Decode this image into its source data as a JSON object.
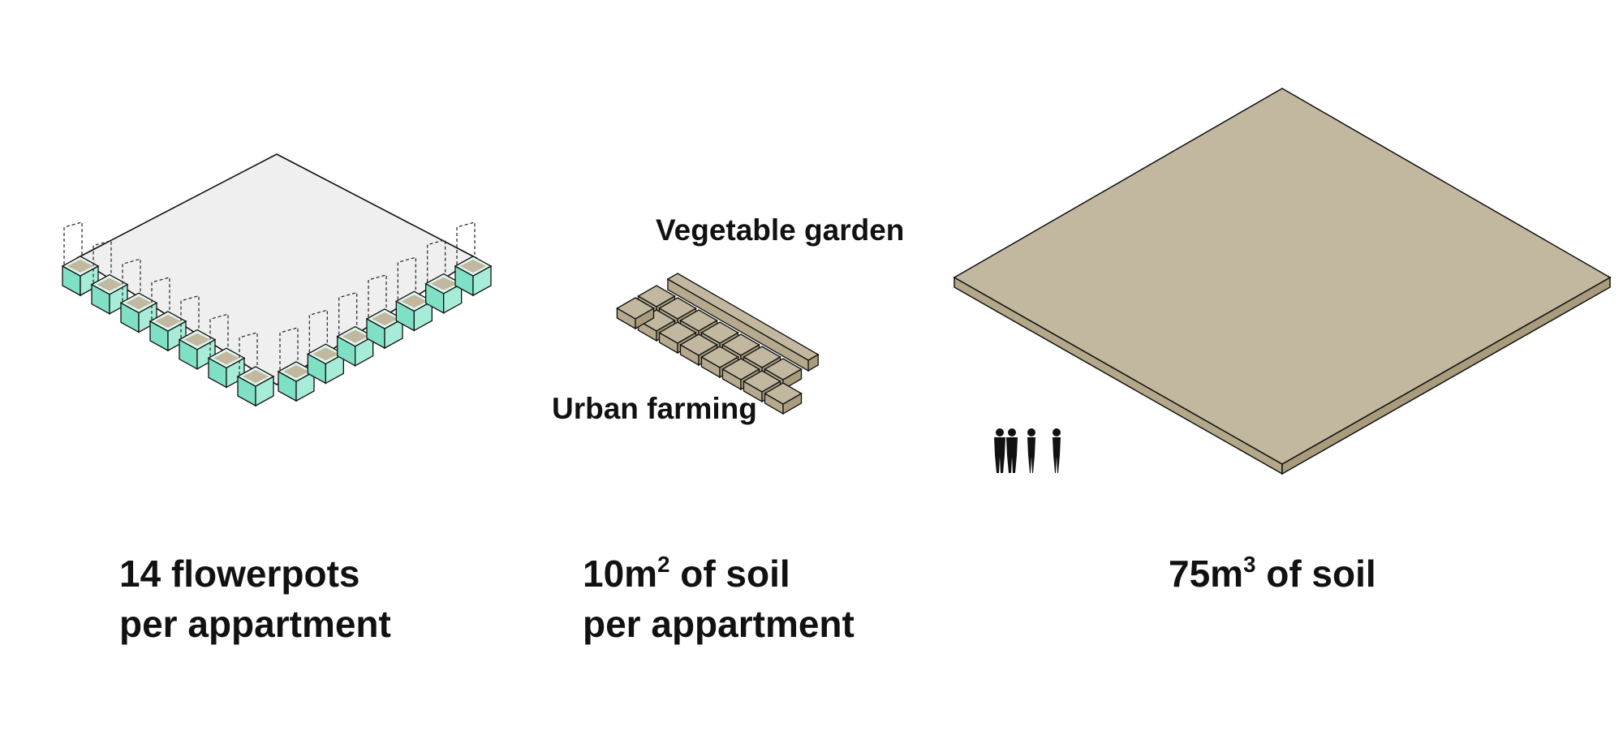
{
  "labels": {
    "vegetable_garden": "Vegetable garden",
    "urban_farming": "Urban farming"
  },
  "captions": {
    "flowerpots": {
      "line1": "14 flowerpots",
      "line2": "per appartment"
    },
    "garden": {
      "line1_pre": "10m",
      "line1_sup": "2",
      "line1_post": " of soil",
      "line2": "per appartment"
    },
    "soil": {
      "pre": "75m",
      "sup": "3",
      "post": " of soil"
    }
  },
  "colors": {
    "pot_front": "#7fe0c5",
    "pot_side": "#a6ecd8",
    "soil": "#c2b8a0",
    "soil_dark": "#a89c7c",
    "floor": "#efefef"
  },
  "counts": {
    "flowerpots": 14,
    "people": 4
  }
}
